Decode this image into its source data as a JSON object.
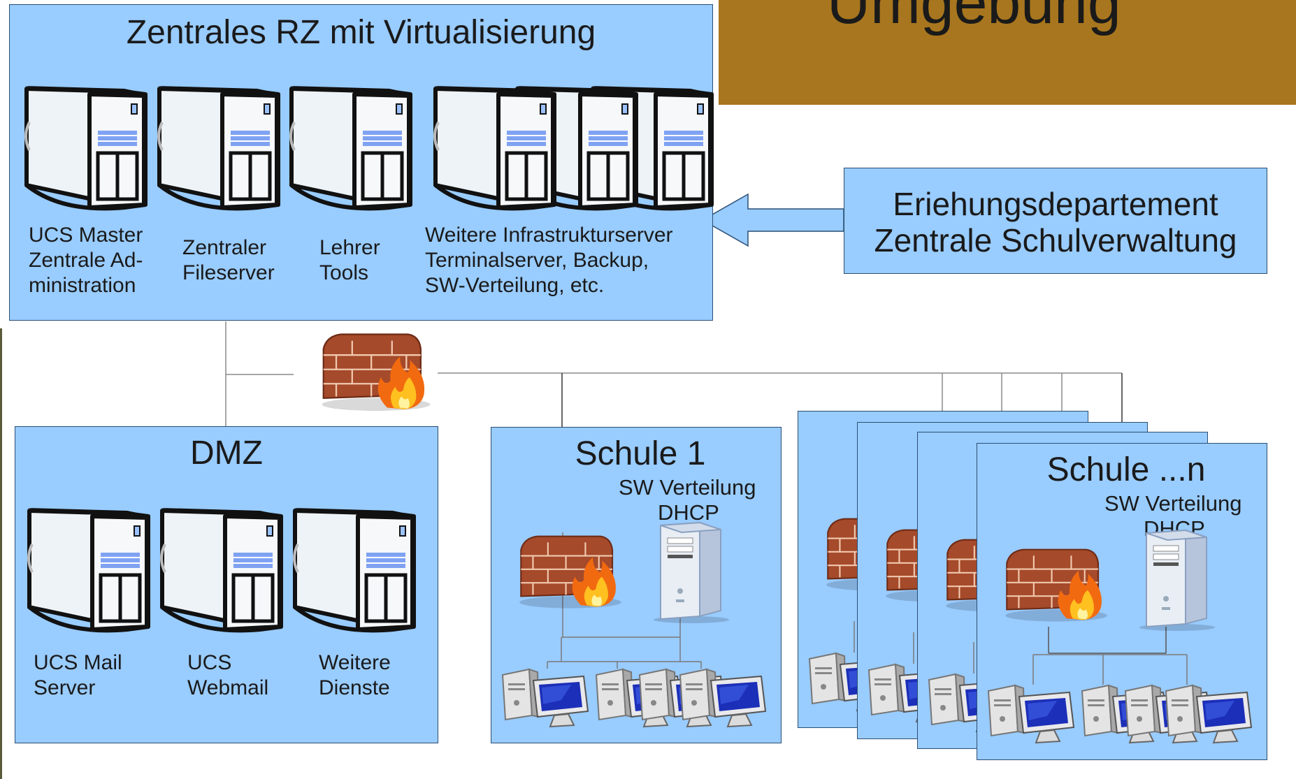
{
  "header": {
    "title": "Umgebung"
  },
  "central": {
    "title": "Zentrales RZ mit Virtualisierung",
    "servers": [
      {
        "label": "UCS Master\nZentrale Ad-\nministration"
      },
      {
        "label": "Zentraler\nFileserver"
      },
      {
        "label": "Lehrer\nTools"
      },
      {
        "label": "Weitere Infrastrukturserver\nTerminalserver, Backup,\nSW-Verteilung, etc."
      }
    ]
  },
  "department": {
    "line1": "Eriehungsdepartement",
    "line2": "Zentrale Schulverwaltung"
  },
  "dmz": {
    "title": "DMZ",
    "servers": [
      {
        "label": "UCS Mail\nServer"
      },
      {
        "label": "UCS\nWebmail"
      },
      {
        "label": "Weitere\nDienste"
      }
    ]
  },
  "school1": {
    "title": "Schule 1",
    "service_line1": "SW Verteilung",
    "service_line2": "DHCP"
  },
  "schooln": {
    "title": "Schule ...n",
    "service_line1": "SW Verteilung",
    "service_line2": "DHCP"
  },
  "icons": {
    "server": "server-tower-icon",
    "firewall": "firewall-icon",
    "pc": "workstation-icon",
    "small_server": "small-server-icon"
  }
}
